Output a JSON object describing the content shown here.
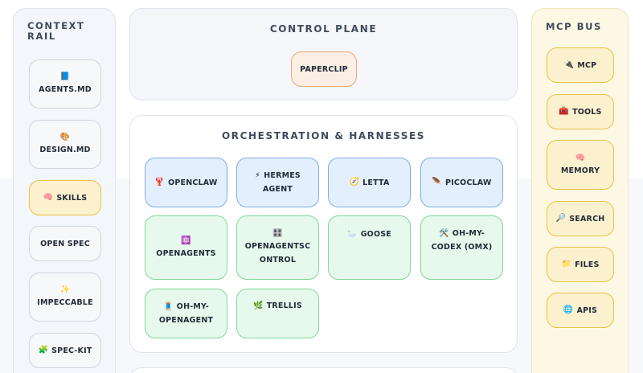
{
  "rail": {
    "title": "CONTEXT RAIL",
    "items": [
      {
        "icon": "📘",
        "label": "AGENTS.MD"
      },
      {
        "icon": "🎨",
        "label": "DESIGN.MD"
      },
      {
        "icon": "🧠",
        "label": "SKILLS"
      },
      {
        "label": "OPEN SPEC"
      },
      {
        "icon": "✨",
        "label": "IMPECCABLE"
      },
      {
        "icon": "🧩",
        "label": "SPEC-KIT"
      }
    ]
  },
  "control": {
    "title": "CONTROL PLANE",
    "items": [
      {
        "label": "PAPERCLIP"
      }
    ]
  },
  "orchestration": {
    "title": "ORCHESTRATION & HARNESSES",
    "items": [
      {
        "icon": "🦞",
        "label": "OPENCLAW"
      },
      {
        "icon": "⚡",
        "label_line1": "HERMES",
        "label_line2": "AGENT"
      },
      {
        "icon": "🧭",
        "label": "LETTA"
      },
      {
        "icon": "🪶",
        "label": "PICOCLAW"
      },
      {
        "icon": "⚛️",
        "label": "OPENAGENTS"
      },
      {
        "icon": "🎛️",
        "label_line1": "OPENAGENTSC",
        "label_line2": "ONTROL"
      },
      {
        "icon": "🦢",
        "label": "GOOSE"
      },
      {
        "icon": "🛠️",
        "label_line1": "OH-MY-",
        "label_line2": "CODEX (OMX)"
      },
      {
        "icon": "🧵",
        "label_line1": "OH-MY-",
        "label_line2": "OPENAGENT"
      },
      {
        "icon": "🌿",
        "label": "TRELLIS"
      }
    ]
  },
  "bus": {
    "title": "MCP BUS",
    "items": [
      {
        "icon": "🔌",
        "label": "MCP"
      },
      {
        "icon": "🧰",
        "label": "TOOLS"
      },
      {
        "icon": "🧠",
        "label": "MEMORY"
      },
      {
        "icon": "🔎",
        "label": "SEARCH"
      },
      {
        "icon": "📁",
        "label": "FILES"
      },
      {
        "icon": "🌐",
        "label": "APIS"
      }
    ]
  }
}
